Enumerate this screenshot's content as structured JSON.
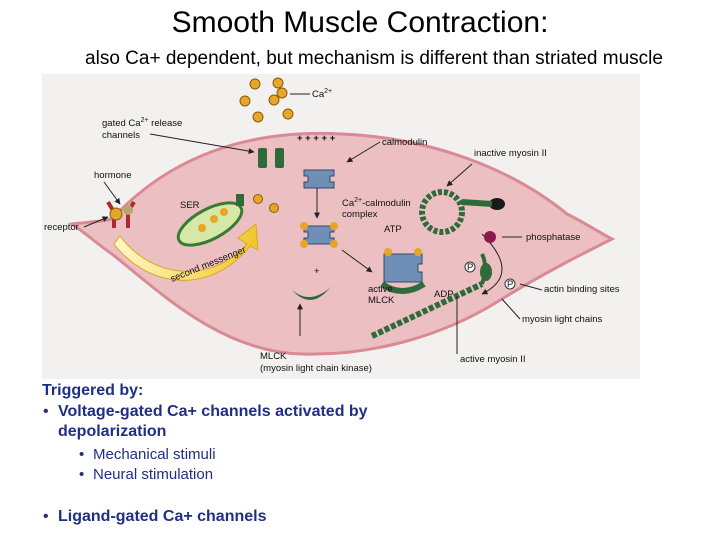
{
  "title": "Smooth Muscle Contraction:",
  "subtitle": "also Ca+ dependent, but mechanism is different than striated muscle",
  "diagram": {
    "labels": {
      "ca": "Ca",
      "ca_sup": "2+",
      "gated_channels_1": "gated Ca",
      "gated_channels_sup": "2+",
      "gated_channels_1b": " release",
      "gated_channels_2": "channels",
      "calmodulin": "calmodulin",
      "plus_signs": "+ + + + +",
      "inactive_myosin": "inactive myosin II",
      "hormone": "hormone",
      "ser": "SER",
      "ca_calmodulin_1": "Ca",
      "ca_calmodulin_sup": "2+",
      "ca_calmodulin_1b": "-calmodulin",
      "ca_calmodulin_2": "complex",
      "receptor": "receptor",
      "atp": "ATP",
      "phosphatase": "phosphatase",
      "second_messenger": "second messenger",
      "plus_single": "+",
      "adp": "ADP",
      "active_mlck_1": "active",
      "active_mlck_2": "MLCK",
      "actin_binding_sites": "actin binding sites",
      "myosin_light_chains": "myosin light chains",
      "mlck_1": "MLCK",
      "mlck_2": "(myosin light chain kinase)",
      "active_myosin": "active myosin II",
      "p": "P"
    }
  },
  "triggers": {
    "heading": "Triggered by:",
    "bullet": "•",
    "item1_line1": "Voltage-gated Ca+ channels activated by",
    "item1_line2": "depolarization",
    "sub1": "Mechanical stimuli",
    "sub2": "Neural stimulation",
    "item2": "Ligand-gated Ca+ channels"
  },
  "colors": {
    "title_text": "#000000",
    "trigger_text": "#1f2f86",
    "cell_fill": "#ecc0c2",
    "cell_outline": "#d98a93",
    "figure_bg": "#f3f1ef",
    "calcium": "#e7a52a",
    "protein": "#6f8fb7",
    "myosin": "#2f6a3a",
    "arrow_yellow": "#f0c62a"
  }
}
